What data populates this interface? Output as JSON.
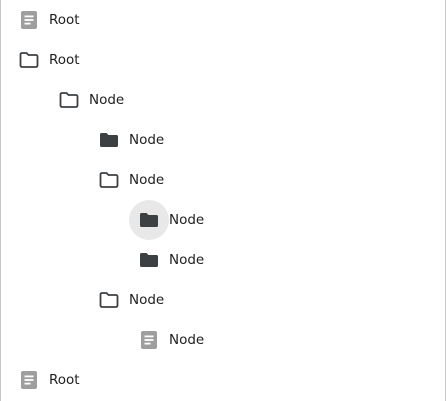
{
  "tree": {
    "nodes": [
      {
        "label": "Root",
        "icon": "document-icon",
        "depth": 0
      },
      {
        "label": "Root",
        "icon": "folder-outline-icon",
        "depth": 0
      },
      {
        "label": "Node",
        "icon": "folder-outline-icon",
        "depth": 1
      },
      {
        "label": "Node",
        "icon": "folder-filled-icon",
        "depth": 2
      },
      {
        "label": "Node",
        "icon": "folder-outline-icon",
        "depth": 2
      },
      {
        "label": "Node",
        "icon": "folder-filled-icon",
        "depth": 3,
        "hovered": true
      },
      {
        "label": "Node",
        "icon": "folder-filled-icon",
        "depth": 3
      },
      {
        "label": "Node",
        "icon": "folder-outline-icon",
        "depth": 2
      },
      {
        "label": "Node",
        "icon": "document-icon",
        "depth": 3
      },
      {
        "label": "Root",
        "icon": "document-icon",
        "depth": 0
      }
    ]
  },
  "colors": {
    "icon_dark": "#3c4043",
    "icon_gray": "#9e9e9e",
    "hover_bg": "#e8e8e8",
    "text": "#212121"
  }
}
